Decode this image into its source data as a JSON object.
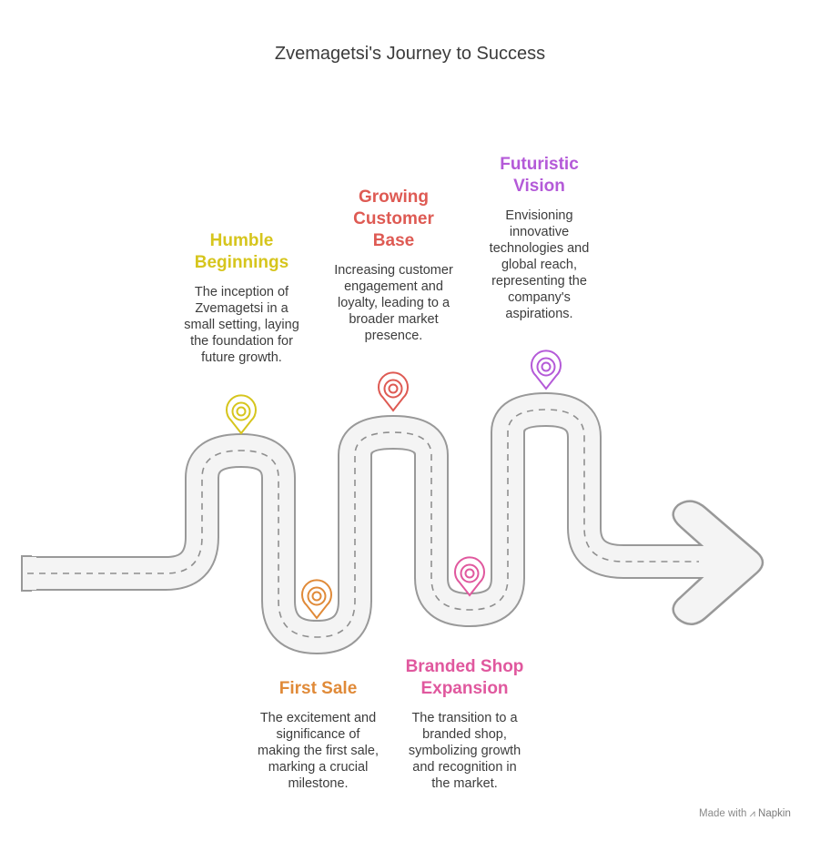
{
  "title": "Zvemagetsi's Journey to Success",
  "footer": {
    "made_with": "Made with",
    "brand": "Napkin"
  },
  "milestones": [
    {
      "title": "Humble\nBeginnings",
      "description": "The inception of\nZvemagetsi in a\nsmall setting, laying\nthe foundation for\nfuture growth.",
      "color": "#D6C51D"
    },
    {
      "title": "First Sale",
      "description": "The excitement and\nsignificance of\nmaking the first sale,\nmarking a crucial\nmilestone.",
      "color": "#E08A38"
    },
    {
      "title": "Growing\nCustomer\nBase",
      "description": "Increasing customer\nengagement and\nloyalty, leading to a\nbroader market\npresence.",
      "color": "#DE5A53"
    },
    {
      "title": "Branded Shop\nExpansion",
      "description": "The transition to a\nbranded shop,\nsymbolizing growth\nand recognition in\nthe market.",
      "color": "#E0589E"
    },
    {
      "title": "Futuristic\nVision",
      "description": "Envisioning\ninnovative\ntechnologies and\nglobal reach,\nrepresenting the\ncompany's\naspirations.",
      "color": "#B45AD8"
    }
  ]
}
